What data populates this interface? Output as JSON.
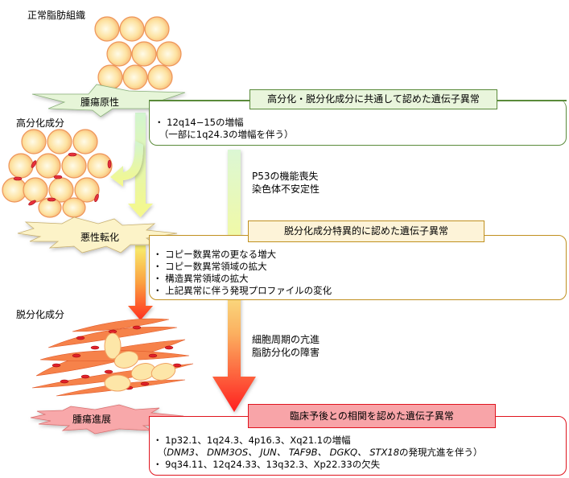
{
  "tissues": {
    "normal": "正常脂肪組織",
    "well_differentiated": "高分化成分",
    "dedifferentiated": "脱分化成分"
  },
  "stages": {
    "tumorigenesis": "腫瘍原性",
    "malignant_transformation": "悪性転化",
    "tumor_progression": "腫瘍進展"
  },
  "boxes": {
    "common": {
      "title": "高分化・脱分化成分に共通して認めた遺伝子異常",
      "items": [
        "・ 12q14−15の増幅",
        "　（一部に1q24.3の増幅を伴う）"
      ],
      "color": "#5a8a3a",
      "title_bg": "#e9f5dc"
    },
    "dediff_specific": {
      "title": "脱分化成分特異的に認めた遺伝子異常",
      "items": [
        "・ コピー数異常の更なる増大",
        "・ コピー数異常領域の拡大",
        "・ 構造異常領域の拡大",
        "・ 上記異常に伴う発現プロファイルの変化"
      ],
      "color": "#c09020",
      "title_bg": "#fdf3d8"
    },
    "prognosis": {
      "title": "臨床予後との相関を認めた遺伝子異常",
      "item1": "・ 1p32.1、1q24.3、4p16.3、Xq21.1の増幅",
      "item2_prefix": "　（",
      "item2_genes": "DNM3、 DNM3OS、 JUN、 TAF9B、 DGKQ、 STX18",
      "item2_suffix": "の発現亢進を伴う）",
      "item3": "・ 9q34.11、12q24.33、13q32.3、Xp22.33の欠失",
      "color": "#e0141e",
      "title_bg": "#f8a4a8"
    }
  },
  "notes": {
    "p53": [
      "P53の機能喪失",
      "染色体不安定性"
    ],
    "cell_cycle": [
      "細胞周期の亢進",
      "脂肪分化の障害"
    ]
  },
  "colors": {
    "stage1_fill": "#e6f5d8",
    "stage2_fill": "#fcf3c8",
    "stage3_fill": "#f8a8aa",
    "arrow_top": "#d8f6d0",
    "arrow_mid": "#f8f890",
    "arrow_bottom": "#ff2020",
    "cell_fill": "#fcd89a",
    "cell_edge": "#f0945a",
    "nucleus": "#e02030"
  }
}
